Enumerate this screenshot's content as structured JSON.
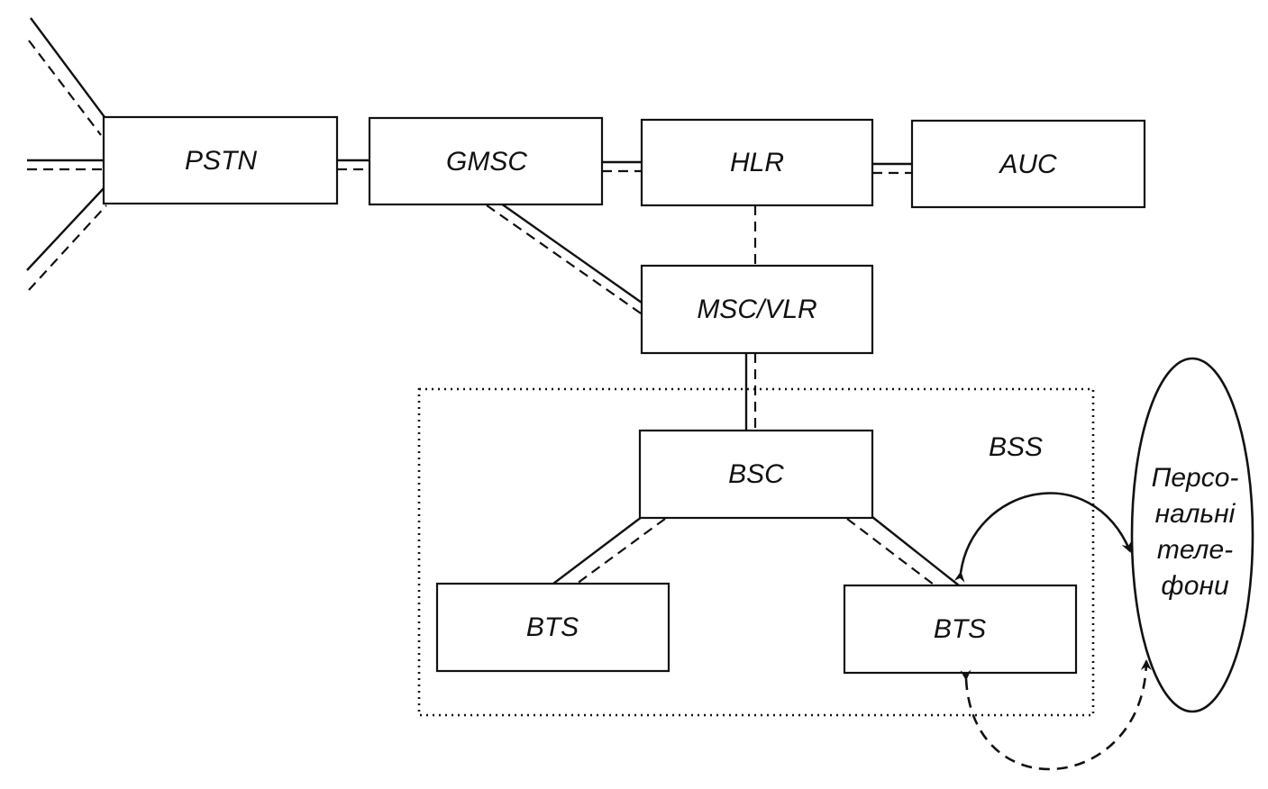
{
  "nodes": {
    "pstn": "PSTN",
    "gmsc": "GMSC",
    "hlr": "HLR",
    "auc": "AUC",
    "msc_vlr": "MSC/VLR",
    "bsc": "BSC",
    "bts_left": "BTS",
    "bts_right": "BTS"
  },
  "group_label": "BSS",
  "phones_label": [
    "Персо-",
    "нальні",
    "теле-",
    "фони"
  ]
}
